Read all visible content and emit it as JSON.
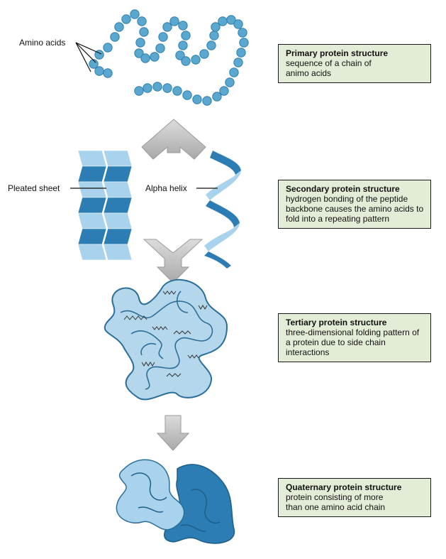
{
  "labels": {
    "amino_acids": "Amino acids",
    "pleated_sheet": "Pleated sheet",
    "alpha_helix": "Alpha helix"
  },
  "boxes": {
    "primary": {
      "title": "Primary protein structure",
      "desc": "sequence of a chain of animo acids"
    },
    "secondary": {
      "title": "Secondary protein structure",
      "desc": "hydrogen bonding of the peptide backbone causes the amino acids to fold into a repeating pattern"
    },
    "tertiary": {
      "title": "Tertiary protein structure",
      "desc": "three-dimensional folding pattern of a protein due to side chain interactions"
    },
    "quaternary": {
      "title": "Quaternary protein structure",
      "desc": "protein consisting of more than one amino acid chain"
    }
  },
  "colors": {
    "bead": "#5aa7cf",
    "bead_stroke": "#2f7fae",
    "dark_blue": "#2c7db3",
    "light_blue": "#a9d3ec",
    "fold_fill": "#b5d7ec",
    "fold_stroke": "#2b6f99",
    "arrow": "#c9c9c9",
    "box_bg": "#e3ecd6"
  }
}
